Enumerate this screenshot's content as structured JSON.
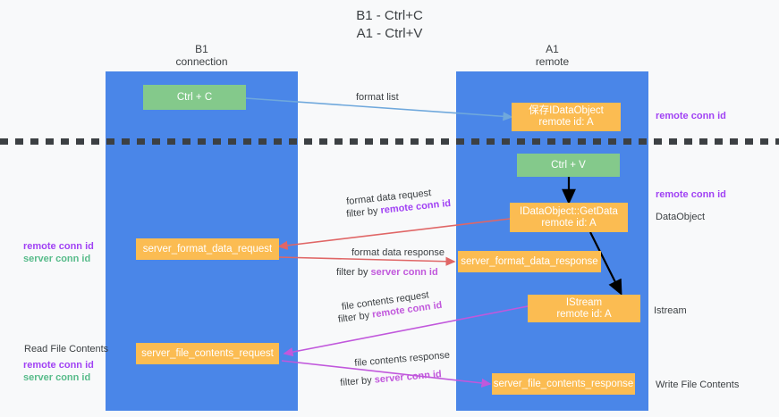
{
  "title": {
    "line1": "B1 - Ctrl+C",
    "line2": "A1 - Ctrl+V"
  },
  "columns": [
    {
      "name": "B1",
      "role": "connection"
    },
    {
      "name": "A1",
      "role": "remote"
    }
  ],
  "nodes": {
    "ctrl_c": {
      "label": "Ctrl + C"
    },
    "ctrl_v": {
      "label": "Ctrl + V"
    },
    "idataobject_store": {
      "line1": "保存IDataObject",
      "line2": "remote id: A"
    },
    "idataobject_getdata": {
      "line1": "IDataObject::GetData",
      "line2": "remote id: A"
    },
    "istream": {
      "line1": "IStream",
      "line2": "remote id: A"
    },
    "server_format_data_request": {
      "label": "server_format_data_request"
    },
    "server_format_data_response": {
      "label": "server_format_data_response"
    },
    "server_file_contents_request": {
      "label": "server_file_contents_request"
    },
    "server_file_contents_response": {
      "label": "server_file_contents_response"
    }
  },
  "edges": {
    "format_list": {
      "label": "format list"
    },
    "format_data_request": {
      "label": "format data request"
    },
    "format_data_request_filter_prefix": {
      "label": "filter by "
    },
    "format_data_request_filter_key": {
      "label": "remote conn id"
    },
    "format_data_response": {
      "label": "format data response"
    },
    "format_data_response_filter_prefix": {
      "label": "filter by "
    },
    "format_data_response_filter_key": {
      "label": "server conn id"
    },
    "file_contents_request": {
      "label": "file contents request"
    },
    "file_contents_request_filter_prefix": {
      "label": "filter by "
    },
    "file_contents_request_filter_key": {
      "label": "remote conn id"
    },
    "file_contents_response": {
      "label": "file contents response"
    },
    "file_contents_response_filter_prefix": {
      "label": "filter by "
    },
    "file_contents_response_filter_key": {
      "label": "server conn id"
    }
  },
  "annotations": {
    "right_top_remote_conn_id": "remote conn id",
    "right_mid_remote_conn_id": "remote conn id",
    "right_dataobject": "DataObject",
    "right_istream": "Istream",
    "right_write_file_contents": "Write File Contents",
    "left_remote_conn_id_1": "remote conn id",
    "left_server_conn_id_1": "server conn id",
    "left_read_file_contents": "Read File Contents",
    "left_remote_conn_id_2": "remote conn id",
    "left_server_conn_id_2": "server conn id"
  },
  "colors": {
    "background": "#f8f9fa",
    "lane": "#4a86e8",
    "node_green": "#84c98b",
    "node_orange": "#fbbc52",
    "text_dark": "#3c4043",
    "purple": "#a142f4",
    "green": "#57bb8a",
    "magenta": "#c158dc",
    "arrow_blue": "#6fa8dc",
    "arrow_red": "#e06666",
    "arrow_black": "#000000"
  }
}
